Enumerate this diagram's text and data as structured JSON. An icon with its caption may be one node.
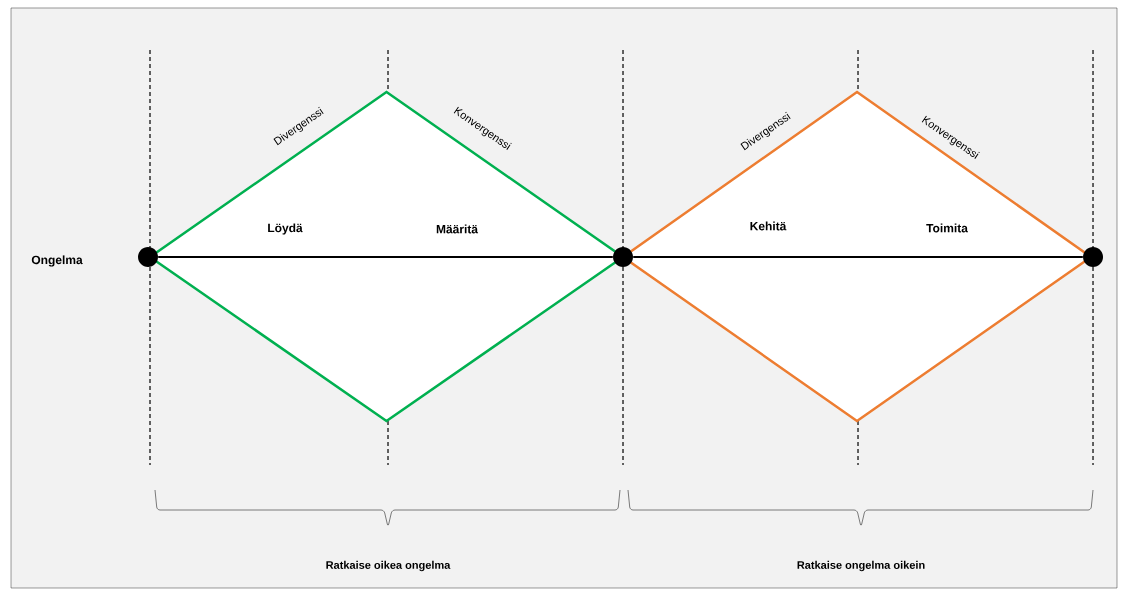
{
  "diagram": {
    "nodes": [
      {
        "text": [],
        "shape": "circle"
      },
      {
        "text": [],
        "shape": "circle"
      },
      {
        "text": [],
        "shape": "circle"
      }
    ],
    "edges": [
      {
        "from": 0,
        "to": 1,
        "arrow": "none"
      },
      {
        "from": 1,
        "to": 2,
        "arrow": "none"
      }
    ],
    "labels": [
      "Divergenssi",
      "Konvergenssi",
      "Divergenssi",
      "Konvergenssi",
      "Löydä",
      "Määritä",
      "Kehitä",
      "Toimita",
      "Ongelma",
      "Ratkaise oikea ongelma",
      "Ratkaise ongelma oikein"
    ]
  }
}
